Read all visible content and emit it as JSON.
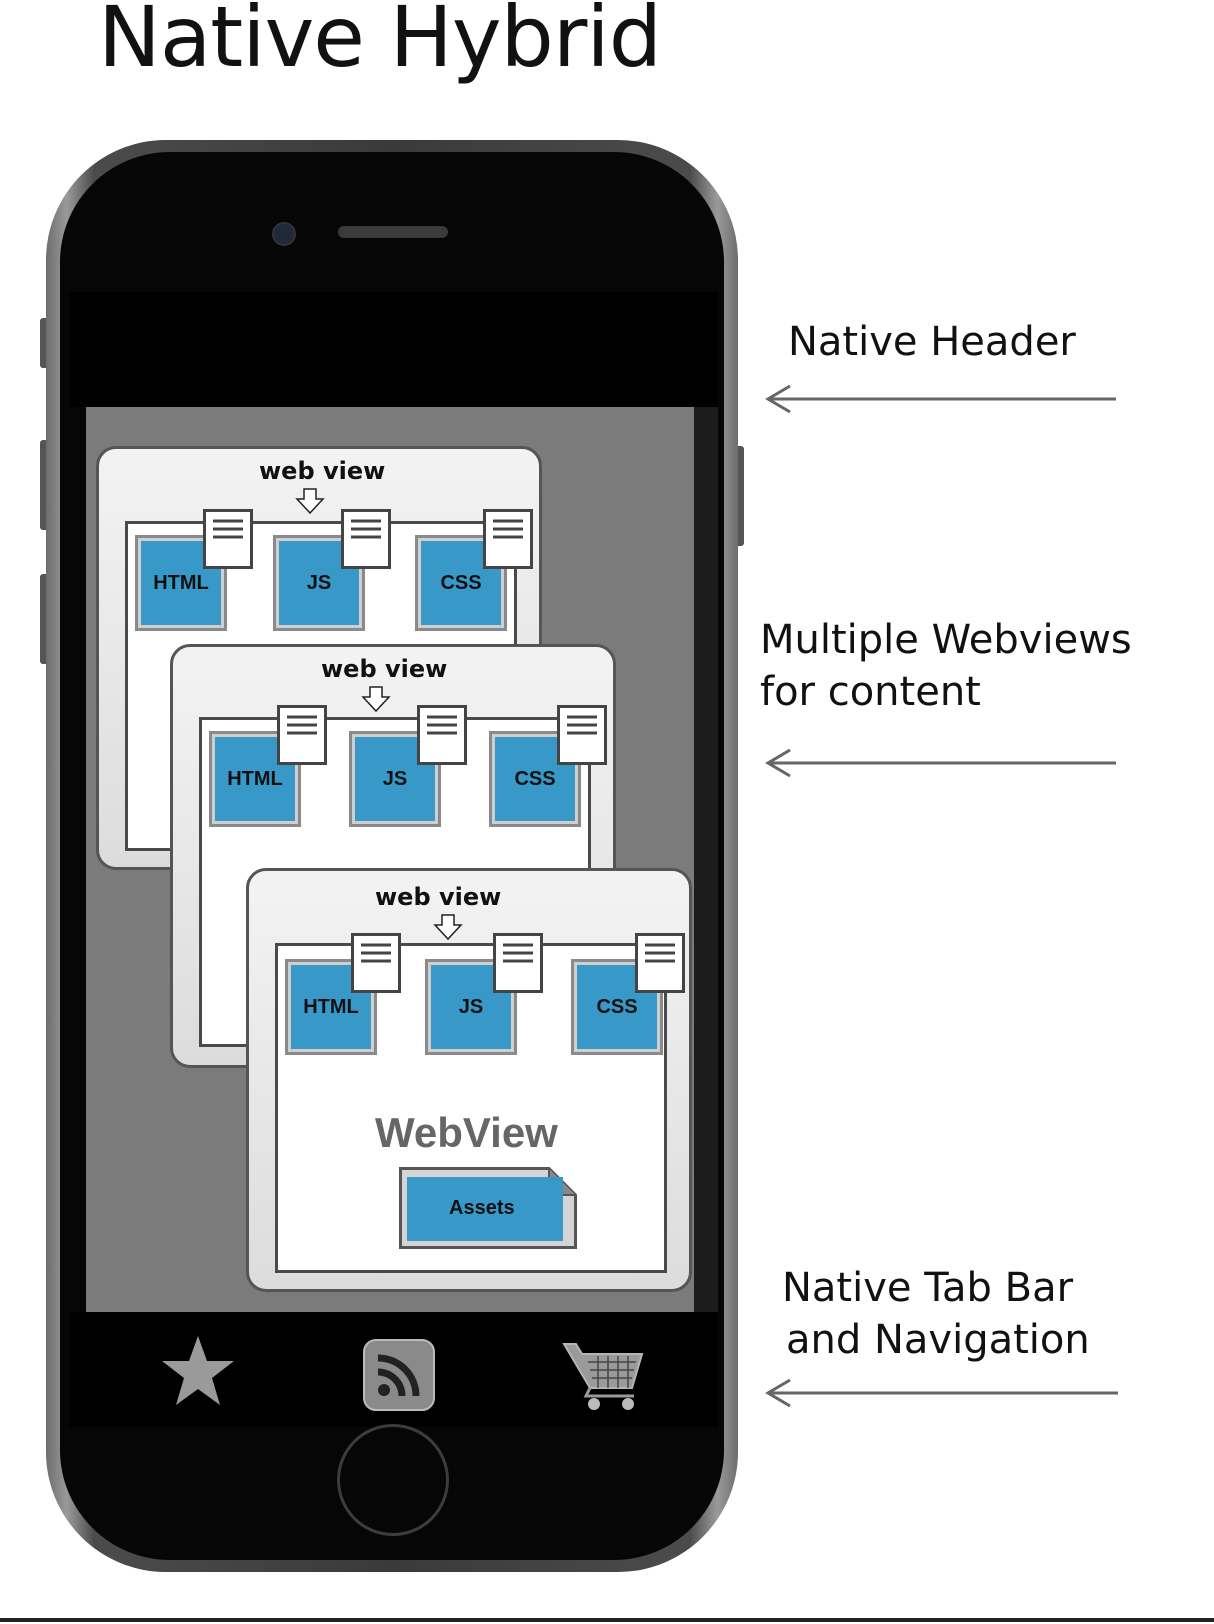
{
  "title": "Native Hybrid",
  "annotations": {
    "header": "Native Header",
    "webviews_line1": "Multiple Webviews",
    "webviews_line2": "for content",
    "tabbar_line1": "Native Tab Bar",
    "tabbar_line2": "and Navigation"
  },
  "webview_cards": [
    {
      "label": "web view",
      "files": [
        "HTML",
        "JS",
        "CSS"
      ]
    },
    {
      "label": "web view",
      "files": [
        "HTML",
        "JS",
        "CSS"
      ]
    },
    {
      "label": "web view",
      "files": [
        "HTML",
        "JS",
        "CSS"
      ],
      "inner_title": "WebView",
      "assets_label": "Assets"
    }
  ],
  "tab_bar": {
    "icons": [
      "star-icon",
      "rss-icon",
      "shopping-cart-icon"
    ]
  },
  "colors": {
    "file_blue": "#3899c8",
    "screen_gray": "#7b7b7b",
    "arrow_gray": "#666666"
  }
}
